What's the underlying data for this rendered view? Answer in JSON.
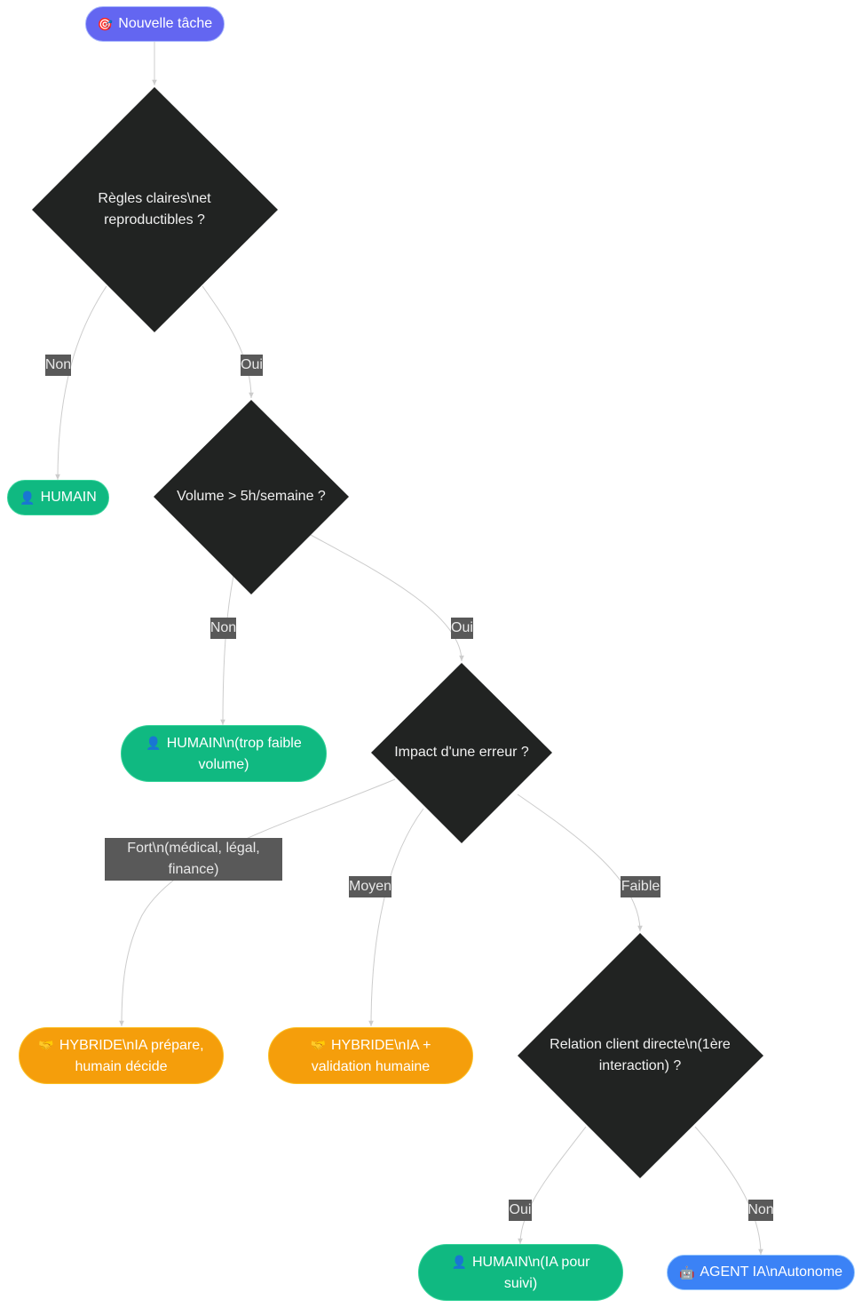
{
  "nodes": {
    "start": {
      "label": "Nouvelle tâche",
      "icon": "target-icon"
    },
    "d1": {
      "label": "Règles claires\\net reproductibles ?"
    },
    "human1": {
      "label": "HUMAIN",
      "icon": "person-icon"
    },
    "d2": {
      "label": "Volume > 5h/semaine ?"
    },
    "human2": {
      "label": "HUMAIN\\n(trop faible volume)",
      "icon": "person-icon"
    },
    "d3": {
      "label": "Impact d'une erreur ?"
    },
    "hybrid1": {
      "label": "HYBRIDE\\nIA prépare, humain décide",
      "icon": "handshake-icon"
    },
    "hybrid2": {
      "label": "HYBRIDE\\nIA + validation humaine",
      "icon": "handshake-icon"
    },
    "d4": {
      "label": "Relation client directe\\n(1ère interaction) ?"
    },
    "human3": {
      "label": "HUMAIN\\n(IA pour suivi)",
      "icon": "person-icon"
    },
    "agent": {
      "label": "AGENT IA\\nAutonome",
      "icon": "robot-icon"
    }
  },
  "edge_labels": {
    "d1_non": "Non",
    "d1_oui": "Oui",
    "d2_non": "Non",
    "d2_oui": "Oui",
    "d3_fort": "Fort\\n(médical, légal, finance)",
    "d3_moyen": "Moyen",
    "d3_faible": "Faible",
    "d4_oui": "Oui",
    "d4_non": "Non"
  },
  "colors": {
    "start": "#6366f1",
    "human": "#10b981",
    "hybrid": "#f59e0b",
    "agent": "#3b82f6",
    "decision": "#212322",
    "edge_label_bg": "#595959",
    "edge_line": "#cccccc"
  }
}
